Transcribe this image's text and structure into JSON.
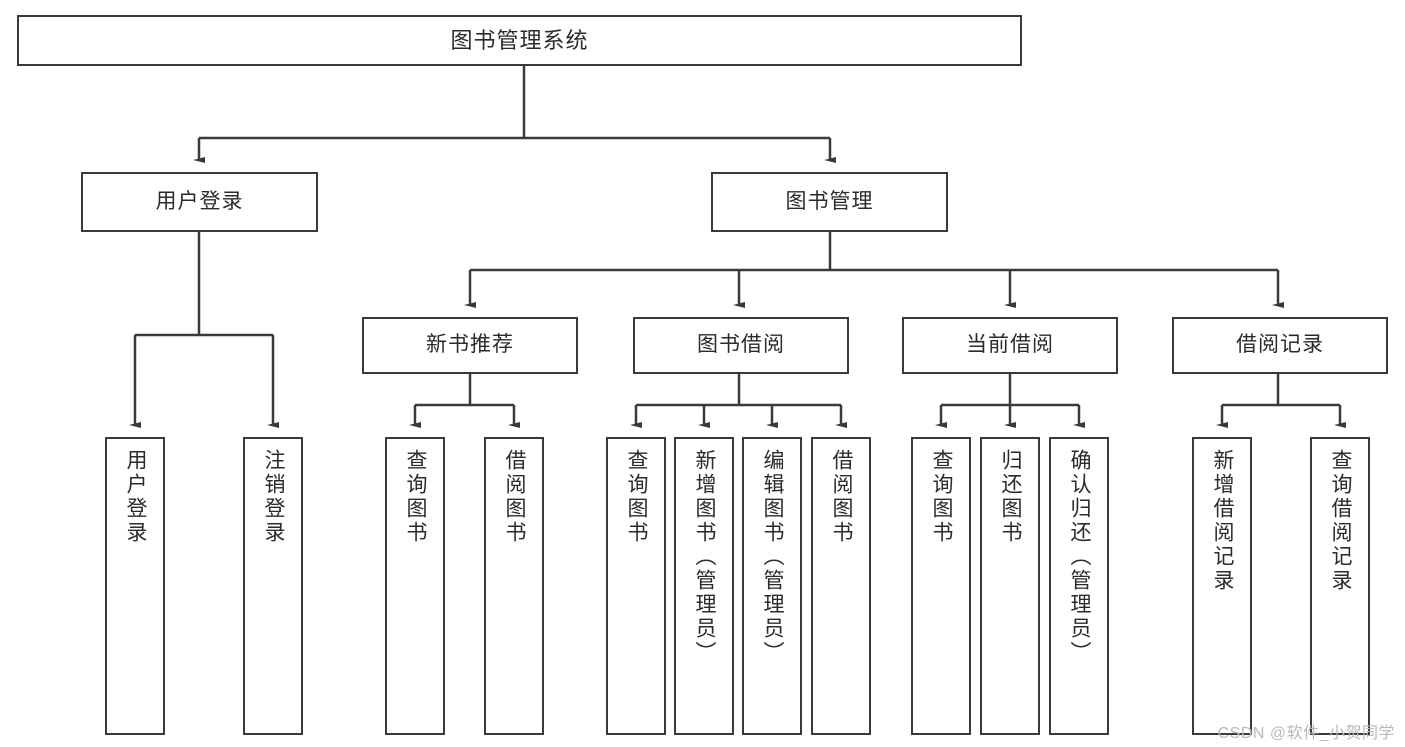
{
  "diagram": {
    "title": "图书管理系统",
    "type": "hierarchy-tree",
    "root": {
      "label": "图书管理系统"
    },
    "level1": [
      {
        "label": "用户登录"
      },
      {
        "label": "图书管理"
      }
    ],
    "level2": [
      {
        "label": "新书推荐"
      },
      {
        "label": "图书借阅"
      },
      {
        "label": "当前借阅"
      },
      {
        "label": "借阅记录"
      }
    ],
    "leaves": {
      "user_login": [
        {
          "label": "用户登录"
        },
        {
          "label": "注销登录"
        }
      ],
      "new_book_recommend": [
        {
          "label": "查询图书"
        },
        {
          "label": "借阅图书"
        }
      ],
      "book_borrow": [
        {
          "label": "查询图书"
        },
        {
          "label": "新增图书（管理员）"
        },
        {
          "label": "编辑图书（管理员）"
        },
        {
          "label": "借阅图书"
        }
      ],
      "current_borrow": [
        {
          "label": "查询图书"
        },
        {
          "label": "归还图书"
        },
        {
          "label": "确认归还（管理员）"
        }
      ],
      "borrow_record": [
        {
          "label": "新增借阅记录"
        },
        {
          "label": "查询借阅记录"
        }
      ]
    },
    "watermark": "CSDN @软件_小贺同学",
    "colors": {
      "box_border": "#3a3a3a",
      "box_fill": "#ffffff",
      "connector": "#3a3a3a",
      "text": "#2b2b2b",
      "watermark": "#b9b9b9",
      "background": "#ffffff"
    }
  }
}
